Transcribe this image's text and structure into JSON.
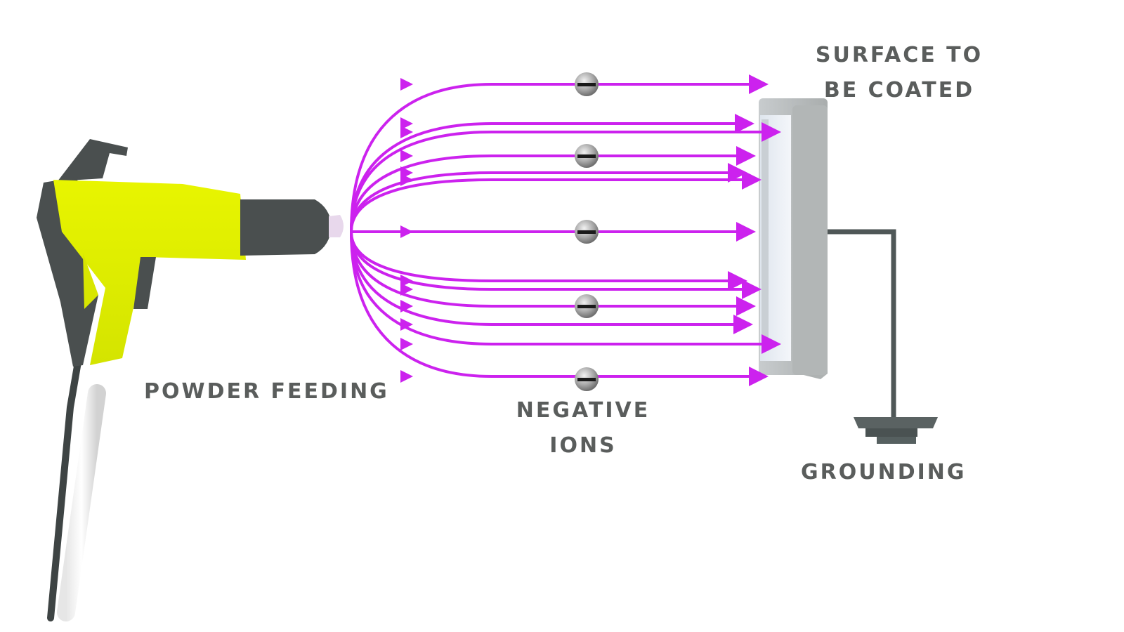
{
  "diagram": {
    "title": "Electrostatic powder coating process",
    "labels": {
      "surface": [
        "SURFACE TO",
        "BE COATED"
      ],
      "powder_feeding": "POWDER FEEDING",
      "negative_ions": [
        "NEGATIVE",
        "IONS"
      ],
      "grounding": "GROUNDING"
    },
    "components": {
      "spray_gun": {
        "name": "spray-gun",
        "body_color": "#e2f000",
        "trim_color": "#4a4f4f",
        "nozzle_color": "#e8d8ec"
      },
      "field_lines": {
        "name": "electric-field-lines",
        "color": "#cc22ee",
        "count": 13
      },
      "ions": {
        "name": "negative-ion",
        "count": 5,
        "symbol": "minus"
      },
      "target": {
        "name": "coated-surface-panel",
        "color": "#b8bcbc"
      },
      "ground": {
        "name": "ground-rod",
        "color": "#4f5757"
      }
    },
    "colors": {
      "text": "#5a5d5c",
      "field": "#cc22ee",
      "background": "#ffffff"
    }
  }
}
